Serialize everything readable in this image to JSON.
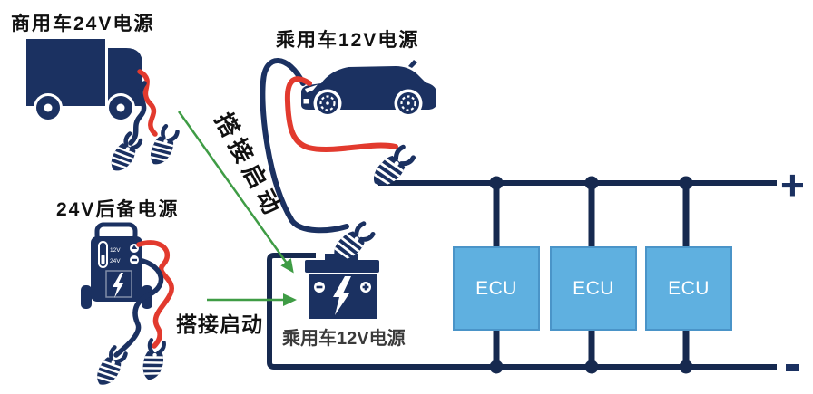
{
  "colors": {
    "navy": "#1b3161",
    "bus": "#16294f",
    "red": "#e23a2e",
    "green": "#3f9c45",
    "ecu_fill": "#5fb0e0",
    "ecu_border": "#4a94c8",
    "text": "#111111",
    "battery_label_color": "#3a3a3a"
  },
  "labels": {
    "truck_power": "商用车24V电源",
    "car_power": "乘用车12V电源",
    "backup_power": "24V后备电源",
    "jump_start_diagonal": "搭接启动",
    "jump_start_horizontal": "搭接启动",
    "car_battery": "乘用车12V电源",
    "plus": "+",
    "minus": "-"
  },
  "backup_device": {
    "port1": "12V",
    "port2": "24V"
  },
  "ecus": [
    {
      "label": "ECU"
    },
    {
      "label": "ECU"
    },
    {
      "label": "ECU"
    }
  ]
}
